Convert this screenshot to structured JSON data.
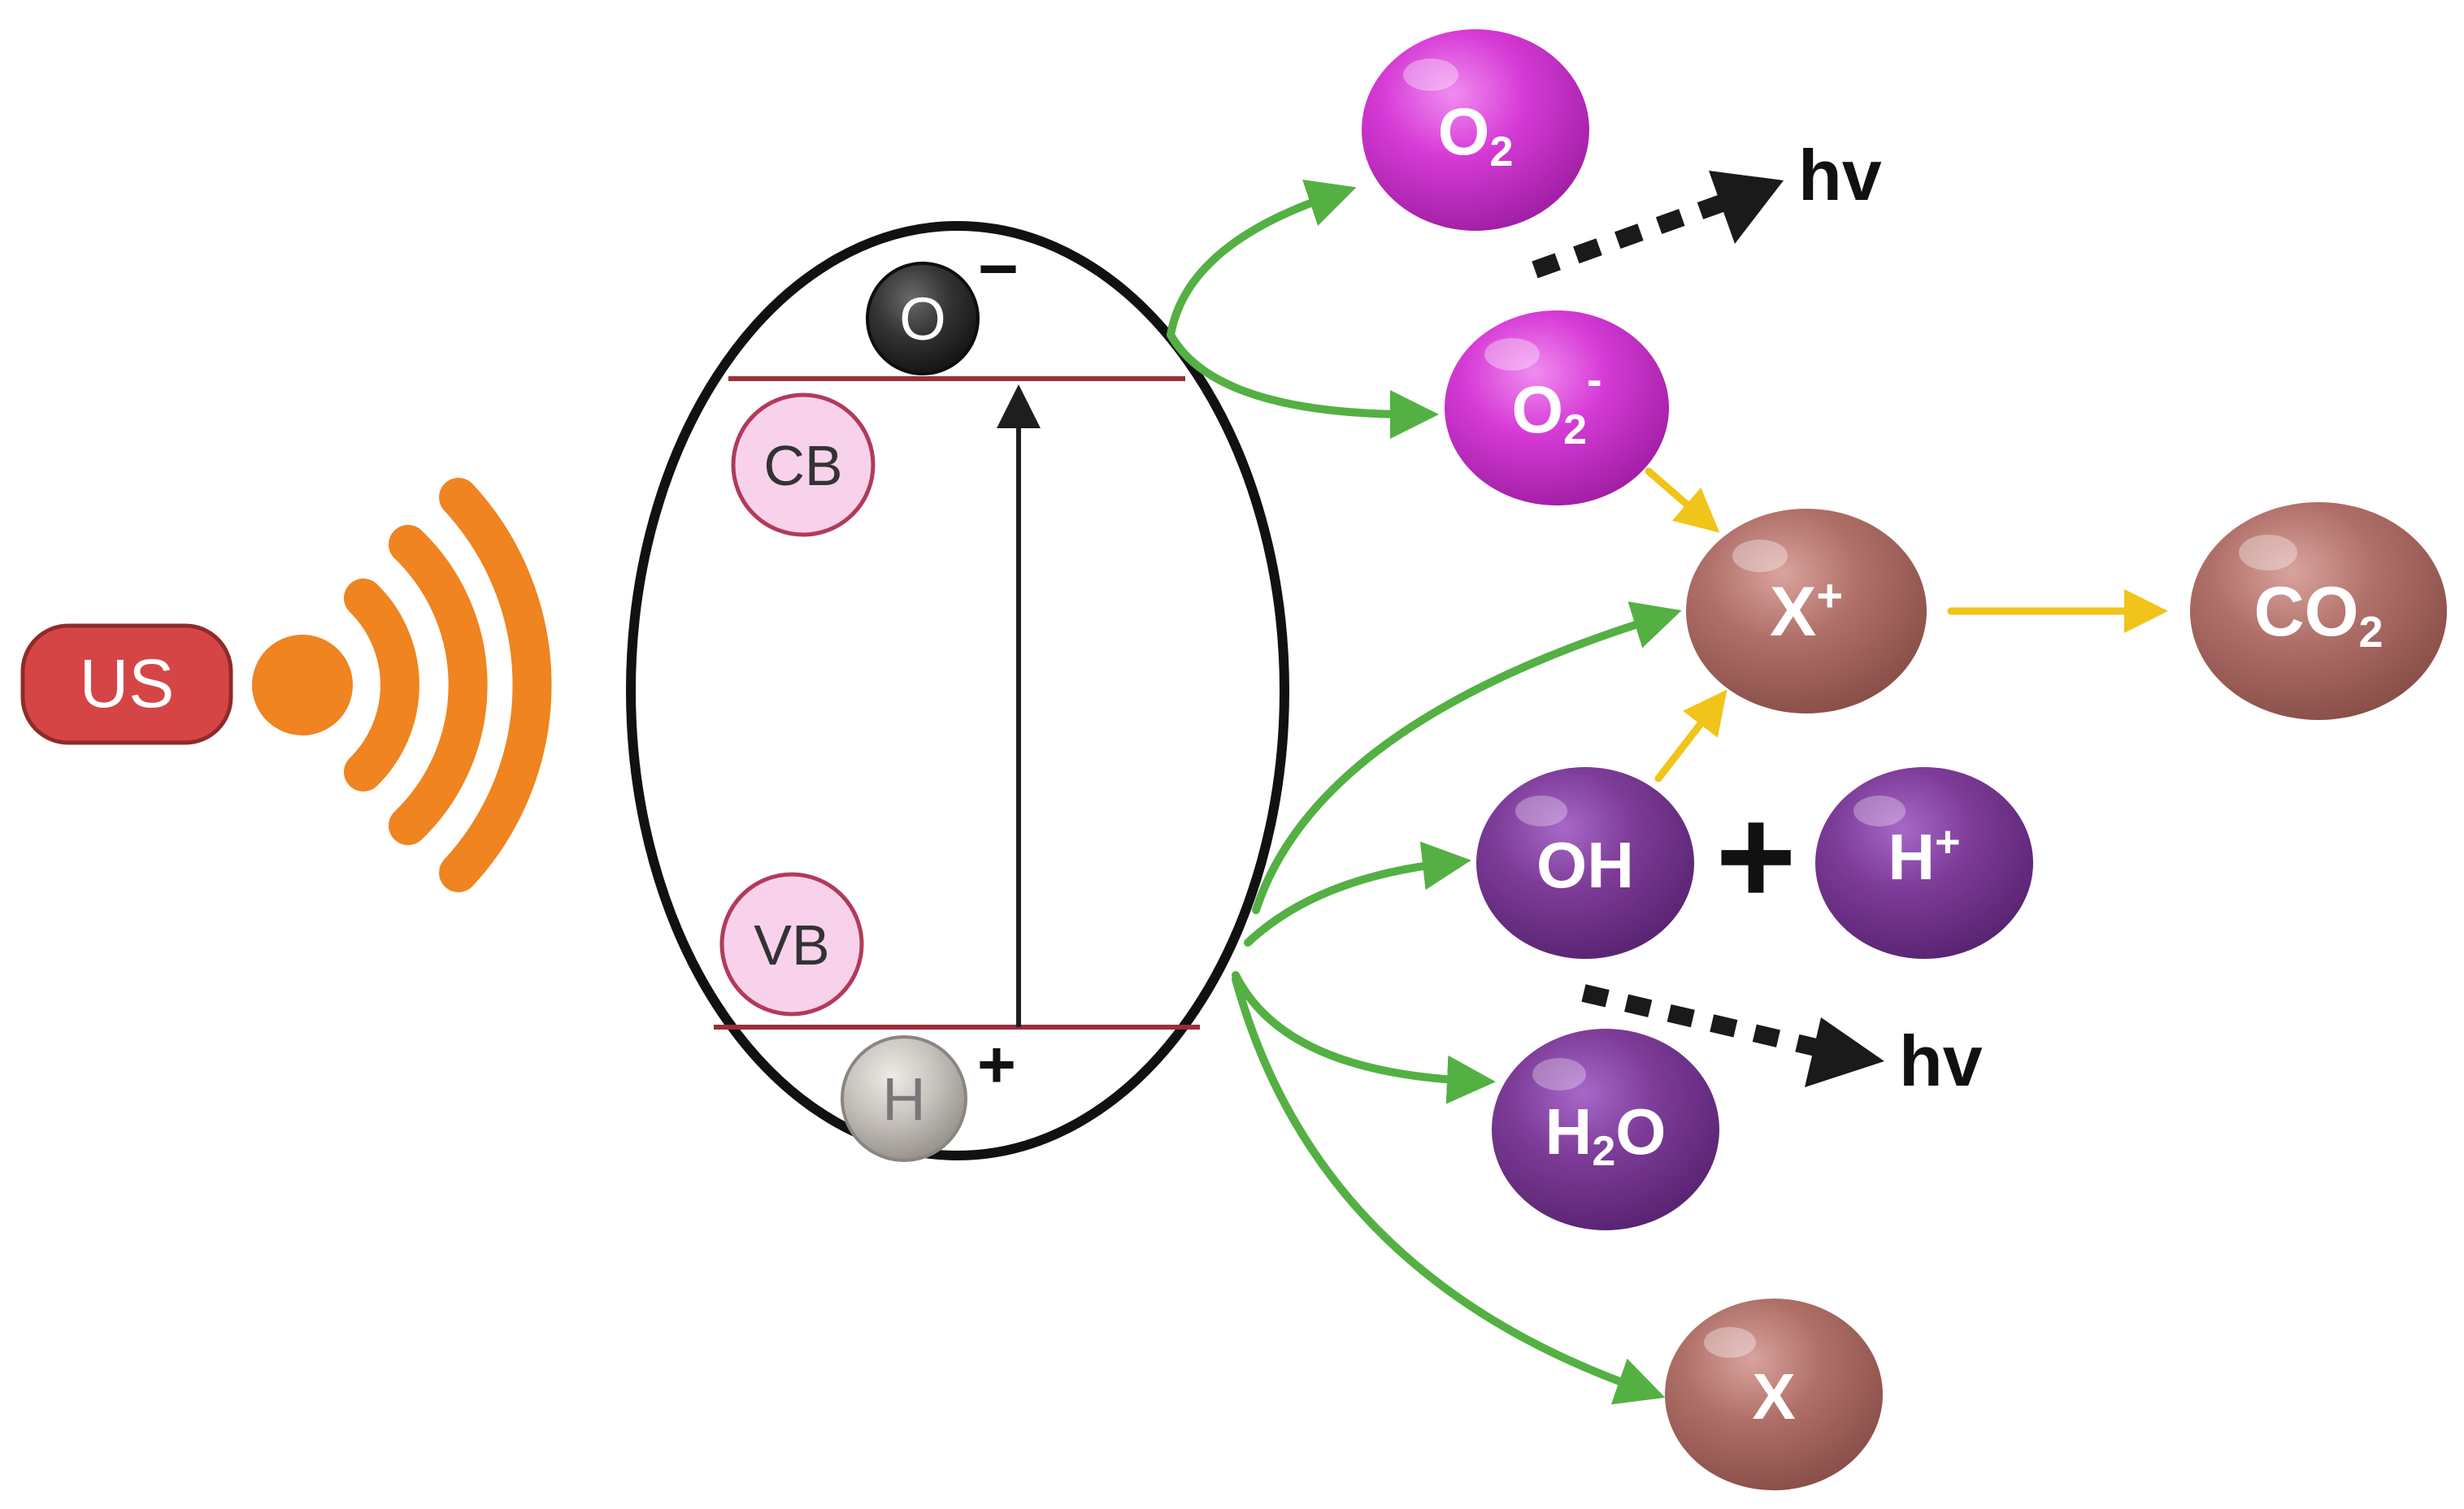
{
  "source": {
    "label": "US"
  },
  "particle": {
    "electron": {
      "symbol": "O",
      "charge": "−"
    },
    "hole": {
      "symbol": "H",
      "charge": "+"
    },
    "conduction_band": "CB",
    "valence_band": "VB"
  },
  "species": {
    "oxygen": {
      "base": "O",
      "sub": "2"
    },
    "superoxide": {
      "base": "O",
      "sub": "2",
      "sup": "-"
    },
    "pollutant_ion": {
      "base": "X",
      "sup": "+"
    },
    "carbon_dioxide": {
      "base": "CO",
      "sub": "2"
    },
    "hydroxyl": {
      "base": "OH"
    },
    "plus_sign": "+",
    "proton": {
      "base": "H",
      "sup": "+"
    },
    "water": {
      "base": "H",
      "sub": "2",
      "tail": "O"
    },
    "pollutant": {
      "base": "X"
    }
  },
  "emission": {
    "upper": "hv",
    "lower": "hv"
  },
  "colors": {
    "us_badge": "#d64545",
    "sound_waves": "#ef8420",
    "oxygen_magenta": "#d63ad6",
    "hydroxyl_purple": "#7d3c98",
    "pollutant_brown": "#b07069",
    "electron_dark": "#333333",
    "hole_gray": "#c8c3bd",
    "band_pink": "#f8d2ea",
    "band_line": "#9b2d3c",
    "green_arrow": "#54b043",
    "yellow_arrow": "#f0c419",
    "dark_arrow": "#1e1e1e"
  }
}
